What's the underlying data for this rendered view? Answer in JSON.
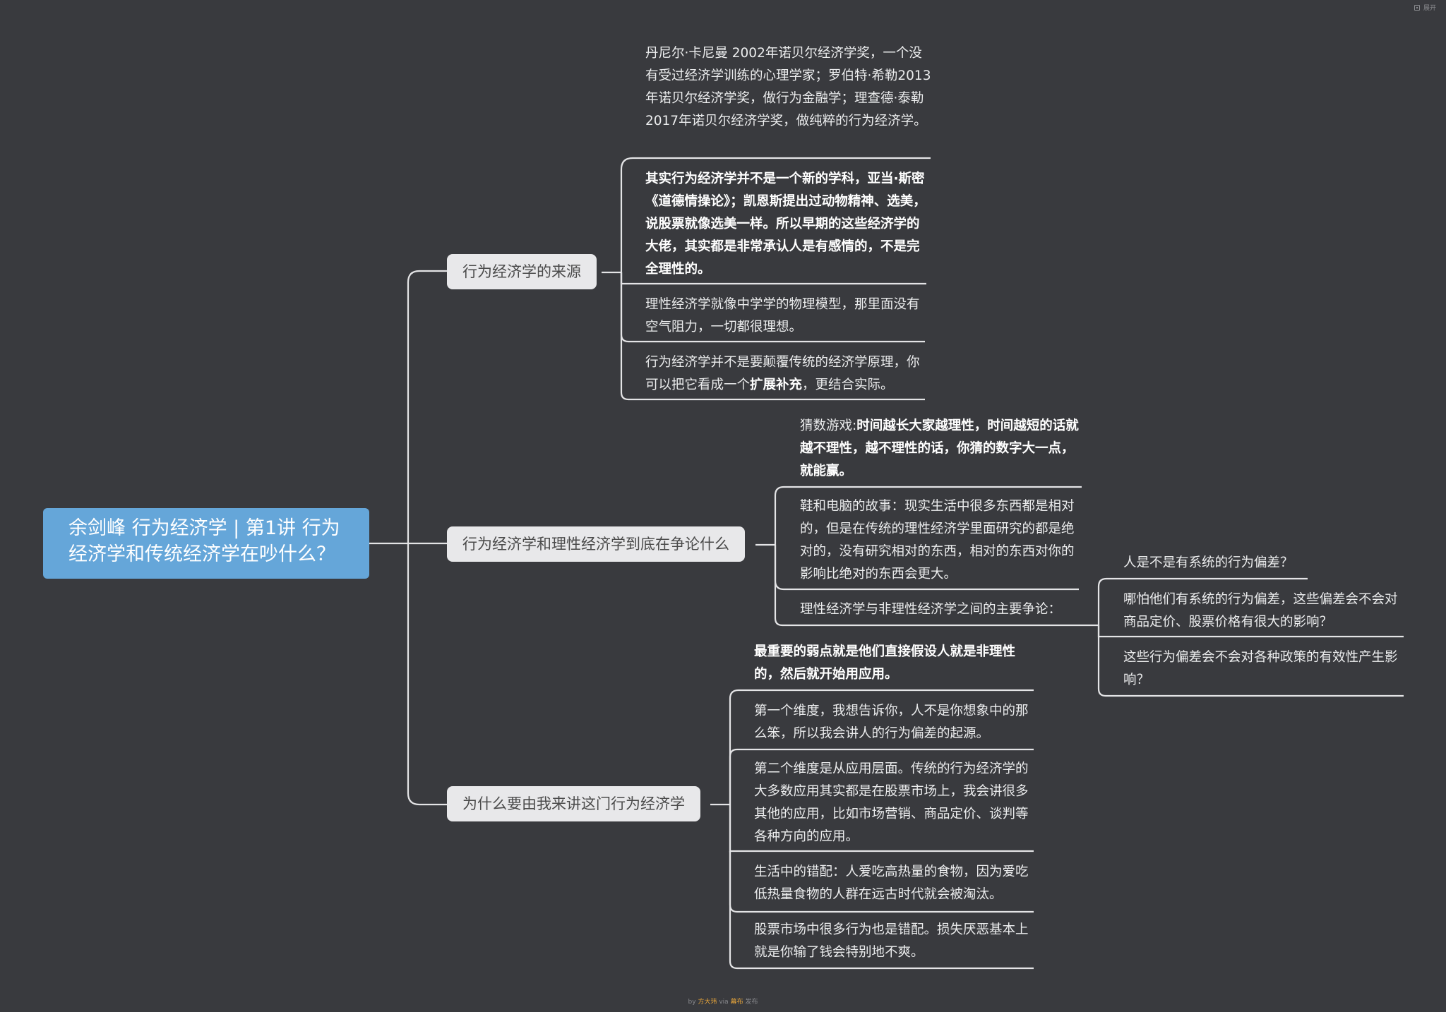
{
  "header": {
    "expand_label": "展开"
  },
  "root": {
    "title": "余剑峰 行为经济学 | 第1讲 行为经济学和传统经济学在吵什么？"
  },
  "branches": [
    {
      "label": "行为经济学的来源",
      "leaves": [
        {
          "text": "丹尼尔·卡尼曼 2002年诺贝尔经济学奖，一个没有受过经济学训练的心理学家；罗伯特·希勒2013年诺贝尔经济学奖，做行为金融学；理查德·泰勒 2017年诺贝尔经济学奖，做纯粹的行为经济学。"
        },
        {
          "text": "其实行为经济学并不是一个新的学科，亚当·斯密《道德情操论》；凯恩斯提出过动物精神、选美，说股票就像选美一样。所以早期的这些经济学的大佬，其实都是非常承认人是有感情的，不是完全理性的。"
        },
        {
          "text": "理性经济学就像中学学的物理模型，那里面没有空气阻力，一切都很理想。"
        },
        {
          "text_before": "行为经济学并不是要颠覆传统的经济学原理，你可以把它看成一个",
          "text_bold": "扩展补充",
          "text_after": "，更结合实际。"
        }
      ]
    },
    {
      "label": "行为经济学和理性经济学到底在争论什么",
      "leaves": [
        {
          "text_before": "猜数游戏:",
          "text_bold": "时间越长大家越理性，时间越短的话就越不理性，越不理性的话，你猜的数字大一点，就能赢。"
        },
        {
          "text": "鞋和电脑的故事：现实生活中很多东西都是相对的，但是在传统的理性经济学里面研究的都是绝对的，没有研究相对的东西，相对的东西对你的影响比绝对的东西会更大。"
        },
        {
          "text": "理性经济学与非理性经济学之间的主要争论：",
          "children": [
            {
              "text": "人是不是有系统的行为偏差？"
            },
            {
              "text": "哪怕他们有系统的行为偏差，这些偏差会不会对商品定价、股票价格有很大的影响？"
            },
            {
              "text": "这些行为偏差会不会对各种政策的有效性产生影响？"
            }
          ]
        }
      ]
    },
    {
      "label": "为什么要由我来讲这门行为经济学",
      "leaves": [
        {
          "text": "最重要的弱点就是他们直接假设人就是非理性的，然后就开始用应用。"
        },
        {
          "text": "第一个维度，我想告诉你，人不是你想象中的那么笨，所以我会讲人的行为偏差的起源。"
        },
        {
          "text": "第二个维度是从应用层面。传统的行为经济学的大多数应用其实都是在股票市场上，我会讲很多其他的应用，比如市场营销、商品定价、谈判等各种方向的应用。"
        },
        {
          "text": "生活中的错配：人爱吃高热量的食物，因为爱吃低热量食物的人群在远古时代就会被淘汰。"
        },
        {
          "text": "股票市场中很多行为也是错配。损失厌恶基本上就是你输了钱会特别地不爽。"
        }
      ]
    }
  ],
  "footer": {
    "by": "by",
    "author": "方大玮",
    "via": "via",
    "platform": "幕布",
    "published": "发布"
  },
  "colors": {
    "background": "#393a3e",
    "root": "#65a6d9",
    "branch": "#e8e8ea",
    "line": "#e4e4e6",
    "footer_accent": "#e7a53b"
  }
}
